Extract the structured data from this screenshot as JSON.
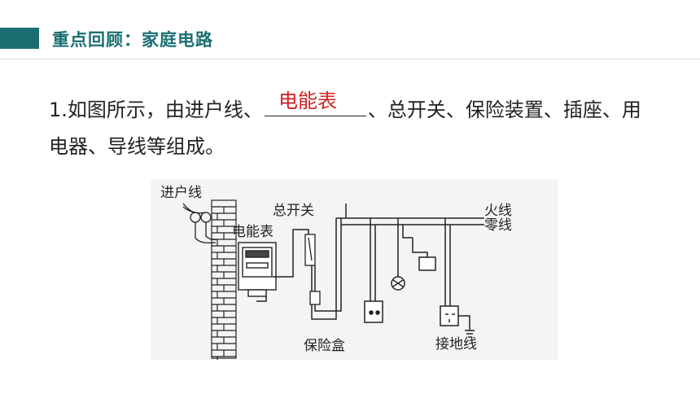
{
  "header": {
    "title": "重点回顾：家庭电路"
  },
  "question": {
    "line1_before": "1.如图所示，由进户线、",
    "answer": "电能表",
    "line1_after": "、总开关、保险装置、插座、用",
    "line2": "电器、导线等组成。"
  },
  "figure": {
    "labels": {
      "entry_line": "进户线",
      "meter": "电能表",
      "main_switch": "总开关",
      "fuse_box": "保险盒",
      "live_wire": "火线",
      "neutral_wire": "零线",
      "ground_wire": "接地线"
    }
  },
  "colors": {
    "accent": "#1a6e72",
    "answer": "#d12020"
  }
}
